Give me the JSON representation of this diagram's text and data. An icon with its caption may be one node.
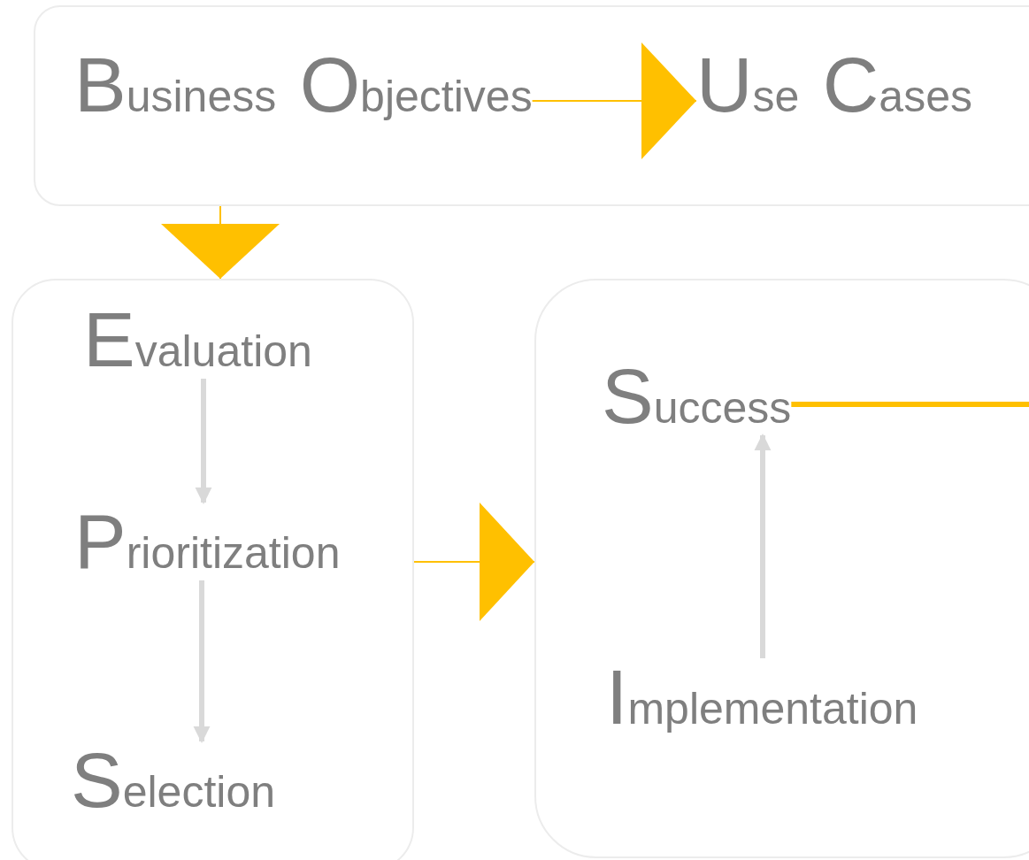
{
  "diagram": {
    "nodes": [
      {
        "text": [],
        "shape": "box"
      },
      {
        "text": [
          "Business Objectives"
        ],
        "in": 0
      },
      {
        "text": [
          "Use Cases"
        ],
        "in": 0
      },
      {
        "text": [],
        "shape": "box"
      },
      {
        "text": [
          "Evaluation"
        ],
        "in": 3
      },
      {
        "text": [
          "Prioritization"
        ],
        "in": 3
      },
      {
        "text": [
          "Selection"
        ],
        "in": 3
      },
      {
        "text": [],
        "shape": "box"
      },
      {
        "text": [
          "Success"
        ],
        "in": 7
      },
      {
        "text": [
          "Implementation"
        ],
        "in": 7
      }
    ],
    "edges": [
      {
        "from": 1,
        "to": 2,
        "arrow": "to",
        "color": "#ffc000"
      },
      {
        "from": 0,
        "to": 3,
        "arrow": "to",
        "color": "#ffc000"
      },
      {
        "from": 4,
        "to": 5,
        "arrow": "to",
        "color": "#d9d9d9"
      },
      {
        "from": 5,
        "to": 6,
        "arrow": "to",
        "color": "#d9d9d9"
      },
      {
        "from": 3,
        "to": 7,
        "arrow": "to",
        "color": "#ffc000"
      },
      {
        "from": 9,
        "to": 8,
        "arrow": "to",
        "color": "#d9d9d9"
      },
      {
        "from": 8,
        "to": null,
        "arrow": "none",
        "color": "#ffc000"
      }
    ]
  }
}
